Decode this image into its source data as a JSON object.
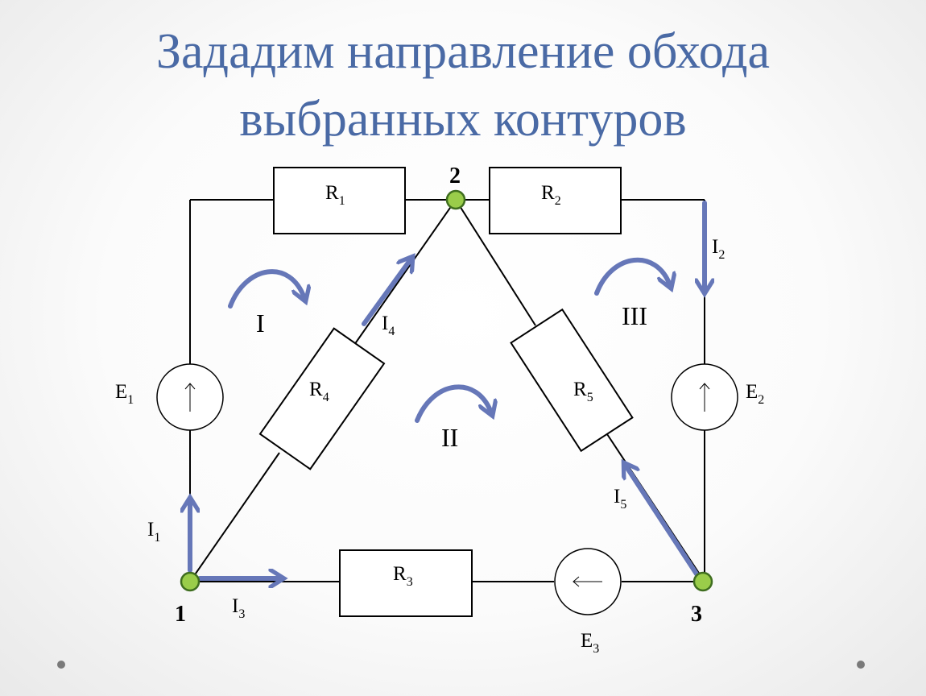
{
  "title": {
    "line1": "Зададим направление обхода",
    "line2": "выбранных контуров"
  },
  "colors": {
    "title": "#4a6aa5",
    "arrow": "#6677b8",
    "node_fill": "#9acd4a",
    "node_stroke": "#3f6e1f",
    "wire": "#000000"
  },
  "nodes": {
    "n1": "1",
    "n2": "2",
    "n3": "3"
  },
  "resistors": {
    "r1": {
      "main": "R",
      "sub": "1"
    },
    "r2": {
      "main": "R",
      "sub": "2"
    },
    "r3": {
      "main": "R",
      "sub": "3"
    },
    "r4": {
      "main": "R",
      "sub": "4"
    },
    "r5": {
      "main": "R",
      "sub": "5"
    }
  },
  "sources": {
    "e1": {
      "main": "E",
      "sub": "1"
    },
    "e2": {
      "main": "E",
      "sub": "2"
    },
    "e3": {
      "main": "E",
      "sub": "3"
    }
  },
  "currents": {
    "i1": {
      "main": "I",
      "sub": "1"
    },
    "i2": {
      "main": "I",
      "sub": "2"
    },
    "i3": {
      "main": "I",
      "sub": "3"
    },
    "i4": {
      "main": "I",
      "sub": "4"
    },
    "i5": {
      "main": "I",
      "sub": "5"
    }
  },
  "loops": {
    "loop1": "I",
    "loop2": "II",
    "loop3": "III"
  }
}
